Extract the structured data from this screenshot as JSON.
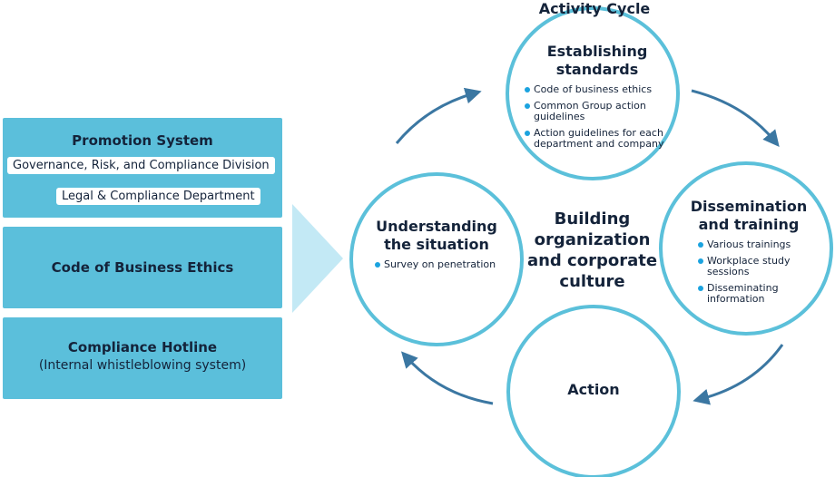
{
  "left_panel": {
    "promotion_system": {
      "title": "Promotion System",
      "division": "Governance, Risk, and Compliance Division",
      "department": "Legal & Compliance Department"
    },
    "code_of_ethics": {
      "title": "Code of Business Ethics"
    },
    "hotline": {
      "title": "Compliance Hotline",
      "subtitle": "(Internal whistleblowing system)"
    }
  },
  "cycle": {
    "title": "Activity Cycle",
    "center": "Building organization and corporate culture",
    "establishing": {
      "title": "Establishing standards",
      "items": [
        "Code of business ethics",
        "Common Group action guidelines",
        "Action guidelines for each department and company"
      ]
    },
    "dissemination": {
      "title": "Dissemination and training",
      "items": [
        "Various trainings",
        "Workplace study sessions",
        "Disseminating information"
      ]
    },
    "action": {
      "title": "Action"
    },
    "understanding": {
      "title": "Understanding the situation",
      "items": [
        "Survey on penetration"
      ]
    }
  },
  "colors": {
    "box": "#5bbfdb",
    "circle": "#5bc0da",
    "arrow": "#3b77a2",
    "chevron": "#c3e9f5",
    "bullet": "#1ba3df"
  }
}
